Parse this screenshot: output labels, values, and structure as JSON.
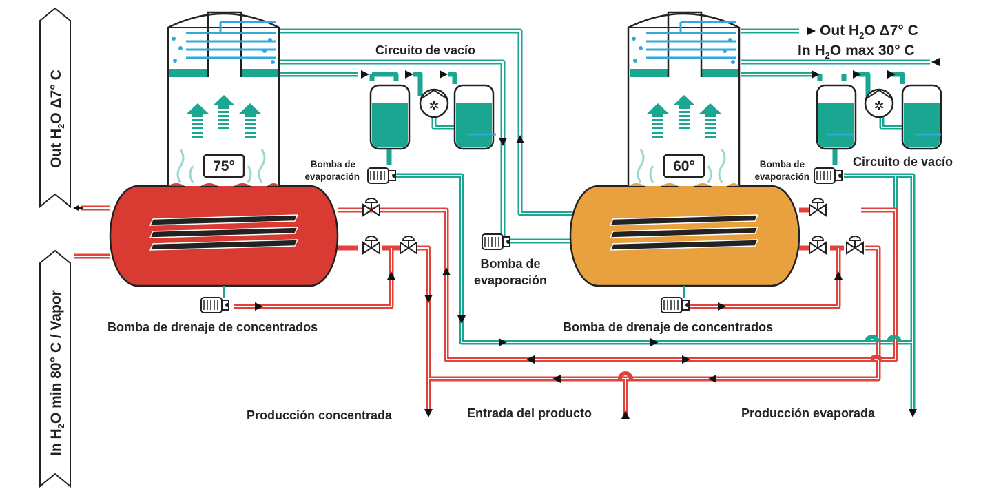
{
  "side_labels": {
    "out_h2o_pre": "Out H",
    "out_h2o_sub": "2",
    "out_h2o_post": "O Δ7° C",
    "in_h2o_pre": "In H",
    "in_h2o_sub": "2",
    "in_h2o_post": "O min 80° C / Vapor"
  },
  "top_right": {
    "out_pre": "Out H",
    "out_sub": "2",
    "out_post": "O Δ7° C",
    "in_pre": "In H",
    "in_sub": "2",
    "in_post": "O max 30° C"
  },
  "evaporator_1": {
    "temperature": "75°",
    "color": "#d93a32"
  },
  "evaporator_2": {
    "temperature": "60°",
    "color": "#e9a03e"
  },
  "labels": {
    "vacuum_circuit_1": "Circuito de vacío",
    "vacuum_circuit_2": "Circuito de vacío",
    "evap_pump_1_line1": "Bomba de",
    "evap_pump_1_line2": "evaporación",
    "evap_pump_2_line1": "Bomba de",
    "evap_pump_2_line2": "evaporación",
    "evap_pump_mid_line1": "Bomba de",
    "evap_pump_mid_line2": "evaporación",
    "drain_pump_1": "Bomba de drenaje de concentrados",
    "drain_pump_2": "Bomba de drenaje de concentrados",
    "production_concentrated": "Producción concentrada",
    "product_inlet": "Entrada del producto",
    "production_evaporated": "Producción evaporada"
  },
  "colors": {
    "teal": "#1aa691",
    "red_pipe": "#e2423a",
    "cooling_blue": "#32a9d8",
    "dark": "#222222"
  }
}
